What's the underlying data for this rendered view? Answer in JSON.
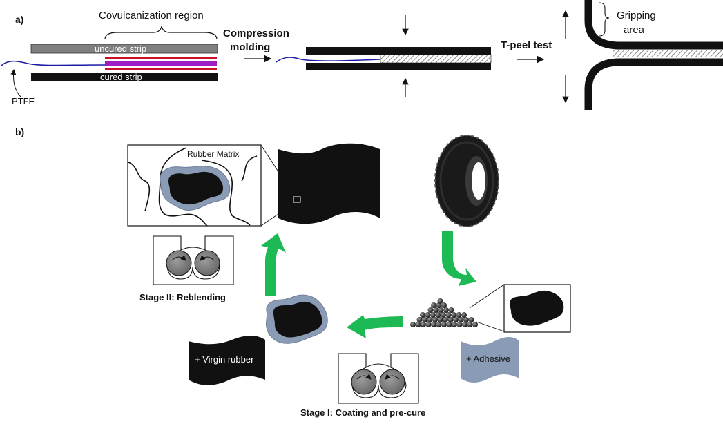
{
  "panel_a": {
    "label": "a)",
    "covulcanization_region": "Covulcanization region",
    "uncured_strip": "uncured strip",
    "cured_strip": "cured strip",
    "ptfe": "PTFE",
    "compression_molding_line1": "Compression",
    "compression_molding_line2": "molding",
    "t_peel_test": "T-peel test",
    "gripping_area_line1": "Gripping",
    "gripping_area_line2": "area"
  },
  "panel_b": {
    "label": "b)",
    "rubber_matrix": "Rubber Matrix",
    "stage_ii": "Stage II: Reblending",
    "stage_i": "Stage I: Coating and pre-cure",
    "virgin_rubber": "+ Virgin rubber",
    "adhesive": "+ Adhesive"
  },
  "colors": {
    "arrow_green": "#1db954",
    "adhesive_blue": "#8a9bb5",
    "coating_halo": "#8a9bb5",
    "uncured_gray": "#808080",
    "purple_layer": "#9b1fc4",
    "red_layer": "#c8102e",
    "ptfe_blue": "#1a1aa6"
  }
}
